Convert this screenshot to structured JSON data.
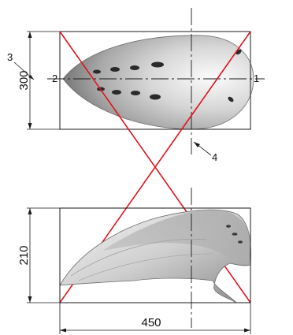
{
  "drawing": {
    "top_view": {
      "height_dimension": "300",
      "point_labels": {
        "left": "2",
        "right": "1",
        "callout_3": "3",
        "callout_4": "4"
      }
    },
    "side_view": {
      "height_dimension": "210",
      "width_dimension": "450"
    },
    "colors": {
      "cross_lines": "#e0141b",
      "lines": "#1a1a1a",
      "shell_light": "#f2f2f2",
      "shell_dark": "#7a7a7a"
    }
  }
}
